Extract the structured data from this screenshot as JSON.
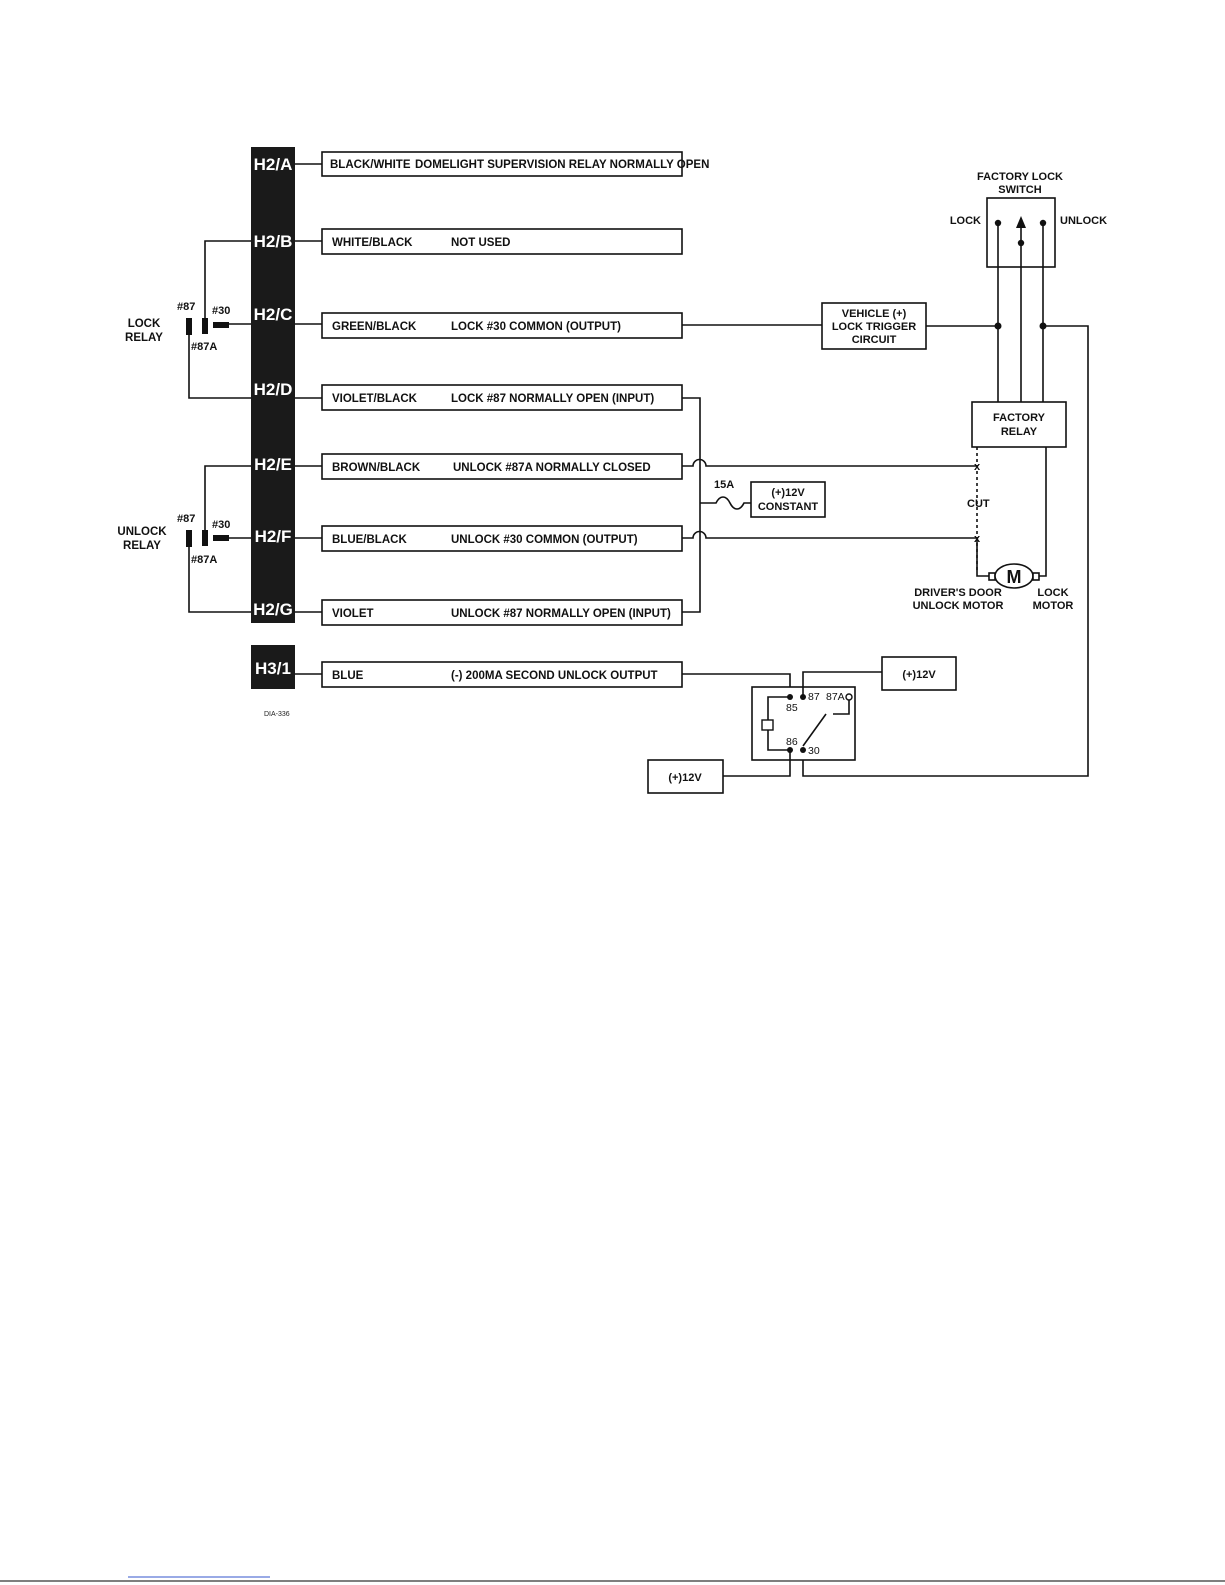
{
  "connector_pins": [
    {
      "pin": "H2/A",
      "color": "BLACK/WHITE",
      "function": "DOMELIGHT SUPERVISION RELAY NORMALLY OPEN"
    },
    {
      "pin": "H2/B",
      "color": "WHITE/BLACK",
      "function": "NOT USED"
    },
    {
      "pin": "H2/C",
      "color": "GREEN/BLACK",
      "function": "LOCK #30 COMMON (OUTPUT)"
    },
    {
      "pin": "H2/D",
      "color": "VIOLET/BLACK",
      "function": "LOCK #87 NORMALLY OPEN (INPUT)"
    },
    {
      "pin": "H2/E",
      "color": "BROWN/BLACK",
      "function": "UNLOCK #87A NORMALLY CLOSED"
    },
    {
      "pin": "H2/F",
      "color": "BLUE/BLACK",
      "function": "UNLOCK #30 COMMON (OUTPUT)"
    },
    {
      "pin": "H2/G",
      "color": "VIOLET",
      "function": "UNLOCK #87 NORMALLY OPEN (INPUT)"
    }
  ],
  "h3_pin": {
    "pin": "H3/1",
    "color": "BLUE",
    "function": "(-) 200MA SECOND UNLOCK OUTPUT"
  },
  "diagram_id": "DIA-336",
  "lock_relay": {
    "name_line1": "LOCK",
    "name_line2": "RELAY",
    "t87": "#87",
    "t30": "#30",
    "t87a": "#87A"
  },
  "unlock_relay": {
    "name_line1": "UNLOCK",
    "name_line2": "RELAY",
    "t87": "#87",
    "t30": "#30",
    "t87a": "#87A"
  },
  "vehicle_trigger": {
    "line1": "VEHICLE (+)",
    "line2": "LOCK TRIGGER",
    "line3": "CIRCUIT"
  },
  "factory_switch": {
    "title_line1": "FACTORY LOCK",
    "title_line2": "SWITCH",
    "lock": "LOCK",
    "unlock": "UNLOCK"
  },
  "factory_relay": {
    "line1": "FACTORY",
    "line2": "RELAY"
  },
  "fuse": {
    "rating": "15A"
  },
  "constant_supply": {
    "line1": "(+)12V",
    "line2": "CONSTANT"
  },
  "cut_label": "CUT",
  "driver_motor": {
    "symbol": "M",
    "line1": "DRIVER'S DOOR",
    "line2": "UNLOCK MOTOR"
  },
  "lock_motor": {
    "line1": "LOCK",
    "line2": "MOTOR"
  },
  "aux_relay": {
    "t85": "85",
    "t86": "86",
    "t87": "87",
    "t87a": "87A",
    "t30": "30"
  },
  "supply_top": "(+)12V",
  "supply_bottom": "(+)12V"
}
